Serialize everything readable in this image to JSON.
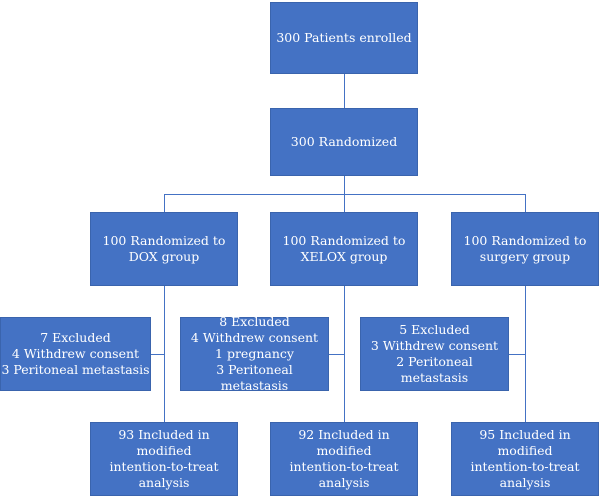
{
  "flowchart": {
    "enrolled": [
      "300 Patients enrolled"
    ],
    "randomized": [
      "300 Randomized"
    ],
    "groups": [
      {
        "name": "dox",
        "lines": [
          "100 Randomized to",
          "DOX group"
        ]
      },
      {
        "name": "xelox",
        "lines": [
          "100 Randomized to",
          "XELOX group"
        ]
      },
      {
        "name": "surgery",
        "lines": [
          "100 Randomized to",
          "surgery group"
        ]
      }
    ],
    "excluded": [
      {
        "name": "dox",
        "lines": [
          "7 Excluded",
          "4 Withdrew consent",
          "3 Peritoneal metastasis"
        ]
      },
      {
        "name": "xelox",
        "lines": [
          "8 Excluded",
          "4 Withdrew consent",
          "1 pregnancy",
          "3 Peritoneal metastasis"
        ]
      },
      {
        "name": "surgery",
        "lines": [
          "5 Excluded",
          "3 Withdrew consent",
          "2 Peritoneal metastasis"
        ]
      }
    ],
    "included": [
      {
        "name": "dox",
        "lines": [
          "93 Included in modified",
          "intention-to-treat",
          "analysis"
        ]
      },
      {
        "name": "xelox",
        "lines": [
          "92 Included in modified",
          "intention-to-treat",
          "analysis"
        ]
      },
      {
        "name": "surgery",
        "lines": [
          "95 Included in modified",
          "intention-to-treat",
          "analysis"
        ]
      }
    ]
  },
  "colors": {
    "box_fill": "#4472c4",
    "text": "#ffffff",
    "connector": "#4472c4"
  }
}
